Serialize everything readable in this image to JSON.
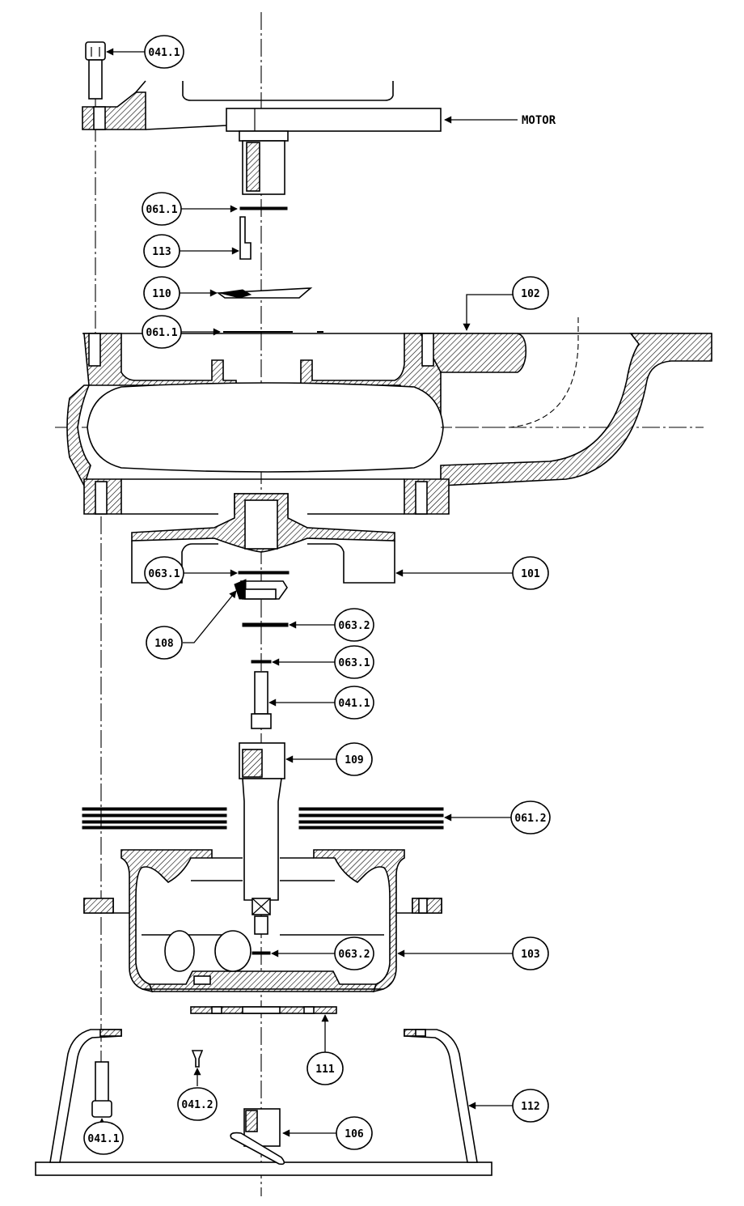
{
  "diagram": {
    "motor_label": "MOTOR",
    "callouts": [
      {
        "id": "c-041-1-top",
        "text": "041.1"
      },
      {
        "id": "c-061-1-a",
        "text": "061.1"
      },
      {
        "id": "c-113",
        "text": "113"
      },
      {
        "id": "c-110",
        "text": "110"
      },
      {
        "id": "c-102",
        "text": "102"
      },
      {
        "id": "c-061-1-b",
        "text": "061.1"
      },
      {
        "id": "c-101",
        "text": "101"
      },
      {
        "id": "c-063-1-a",
        "text": "063.1"
      },
      {
        "id": "c-108",
        "text": "108"
      },
      {
        "id": "c-063-2-a",
        "text": "063.2"
      },
      {
        "id": "c-063-1-b",
        "text": "063.1"
      },
      {
        "id": "c-041-1-mid",
        "text": "041.1"
      },
      {
        "id": "c-109",
        "text": "109"
      },
      {
        "id": "c-061-2",
        "text": "061.2"
      },
      {
        "id": "c-103",
        "text": "103"
      },
      {
        "id": "c-063-2-b",
        "text": "063.2"
      },
      {
        "id": "c-111",
        "text": "111"
      },
      {
        "id": "c-041-2",
        "text": "041.2"
      },
      {
        "id": "c-112",
        "text": "112"
      },
      {
        "id": "c-106",
        "text": "106"
      },
      {
        "id": "c-041-1-bot",
        "text": "041.1"
      }
    ]
  }
}
